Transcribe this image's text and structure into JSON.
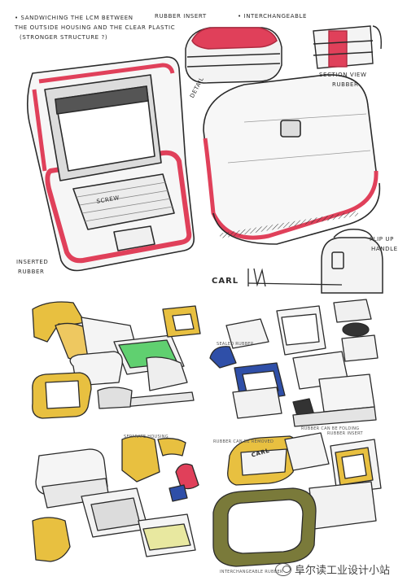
{
  "notes": {
    "sandwich_1": "• SANDWICHING THE LCM BETWEEN",
    "sandwich_2": "THE OUTSIDE HOUSING AND THE CLEAR PLASTIC",
    "sandwich_3": "(STRONGER STRUCTURE ?)",
    "rubber_insert": "RUBBER INSERT",
    "interchangeable": "• INTERCHANGEABLE",
    "section_view": "SECTION VIEW",
    "rubber": "RUBBER",
    "detail": "DETAIL",
    "screw": "SCREW",
    "inserted_rubber_1": "INSERTED",
    "inserted_rubber_2": "RUBBER",
    "flip_up_1": "FLIP UP",
    "flip_up_2": "HANDLE",
    "carl": "CARL",
    "carl_2": "CARL",
    "panel2_note": "SEPARATE HOUSING",
    "panel3_note_1": "SEALED RUBBER",
    "panel3_note_2": "RUBBER CAN BE FOLDING",
    "panel4_note_1": "RUBBER CAN BE REMOVED",
    "panel4_note_2": "RUBBER INSERT",
    "panel4_note_3": "INTERCHANGEABLE RUBBER"
  },
  "watermark": {
    "text": "阜尔读工业设计小站"
  },
  "colors": {
    "ink": "#2a2a2a",
    "red": "#e0405a",
    "yellow": "#e8c040",
    "green": "#60d070",
    "blue": "#2f4fa8",
    "olive": "#7a7a3a",
    "gray": "#c8c8c8"
  }
}
